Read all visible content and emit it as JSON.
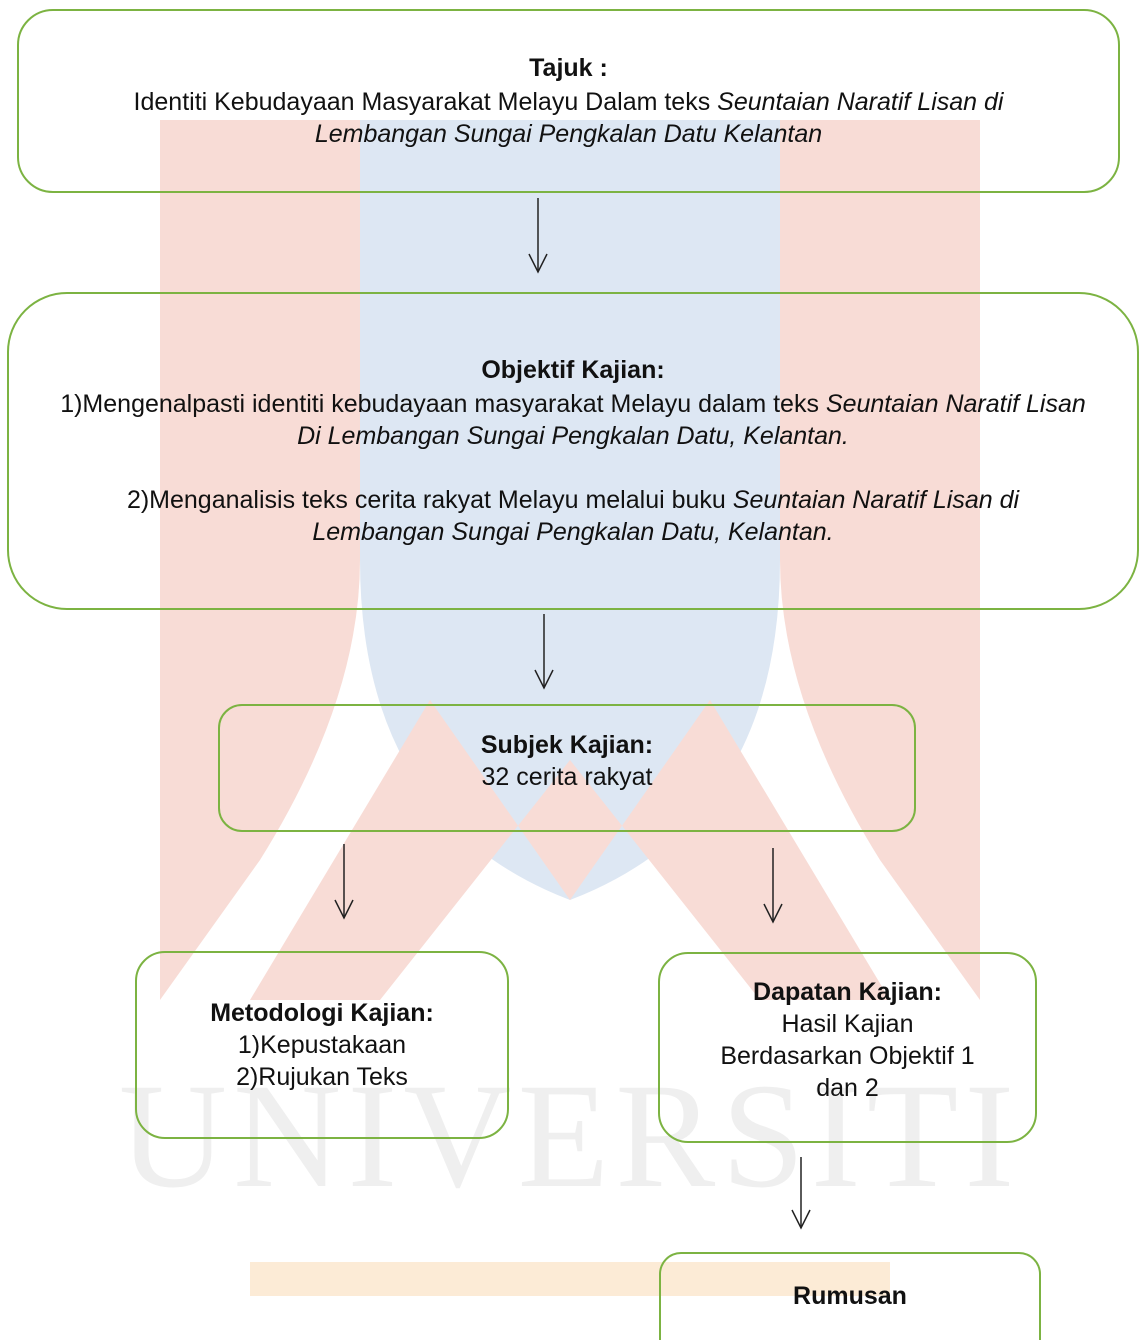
{
  "watermark": {
    "text": "UNIVERSITI"
  },
  "colors": {
    "box_border": "#7cb342",
    "arrow": "#222222",
    "watermark_red": "#f8dcd6",
    "watermark_blue": "#dde7f3",
    "watermark_orange": "#fcebd6"
  },
  "tajuk": {
    "heading": "Tajuk :",
    "text_plain": "Identiti Kebudayaan Masyarakat Melayu Dalam  teks ",
    "text_italic": "Seuntaian Naratif Lisan di Lembangan Sungai Pengkalan Datu Kelantan"
  },
  "objektif": {
    "heading": "Objektif Kajian:",
    "item1_plain": "1)Mengenalpasti identiti kebudayaan masyarakat Melayu dalam teks ",
    "item1_italic": "Seuntaian Naratif Lisan Di Lembangan Sungai Pengkalan Datu, Kelantan.",
    "item2_plain": "2)Menganalisis teks cerita rakyat Melayu melalui buku ",
    "item2_italic": "Seuntaian Naratif Lisan di Lembangan Sungai Pengkalan Datu, Kelantan."
  },
  "subjek": {
    "heading": "Subjek Kajian:",
    "text": "32 cerita rakyat"
  },
  "metodologi": {
    "heading": "Metodologi Kajian:",
    "line1": "1)Kepustakaan",
    "line2": "2)Rujukan Teks"
  },
  "dapatan": {
    "heading": "Dapatan Kajian:",
    "line1": "Hasil Kajian",
    "line2": "Berdasarkan Objektif 1",
    "line3": "dan 2"
  },
  "rumusan": {
    "heading": "Rumusan"
  }
}
